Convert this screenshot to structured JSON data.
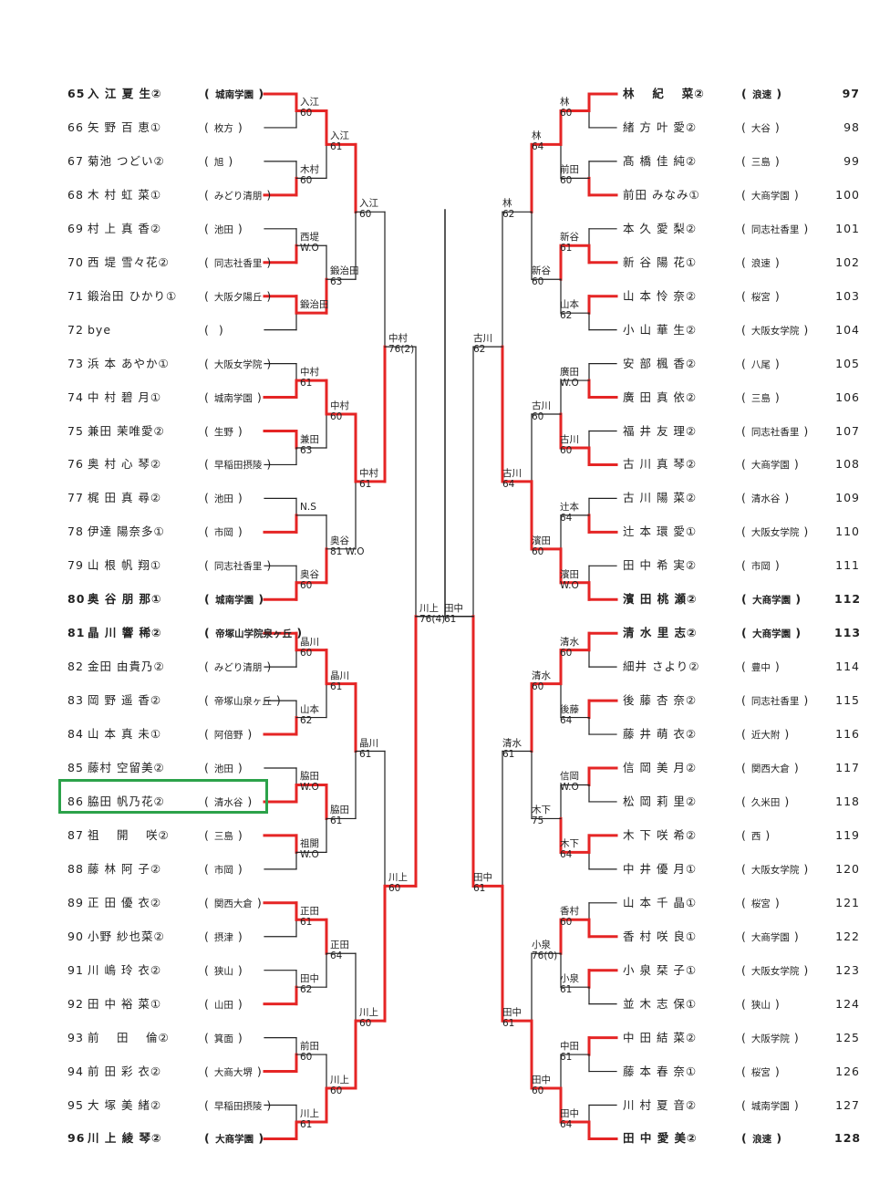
{
  "highlight_player": 86,
  "colors": {
    "win": "#e52525",
    "line": "#222222",
    "highlight": "#2ca24a"
  },
  "players_left": [
    {
      "no": "65",
      "name": "入 江 夏 生②",
      "school": "城南学園",
      "seed": true
    },
    {
      "no": "66",
      "name": "矢 野 百 恵①",
      "school": "枚方"
    },
    {
      "no": "67",
      "name": "菊池 つどい②",
      "school": "旭"
    },
    {
      "no": "68",
      "name": "木 村 虹 菜①",
      "school": "みどり清朋"
    },
    {
      "no": "69",
      "name": "村 上 真 香②",
      "school": "池田"
    },
    {
      "no": "70",
      "name": "西 堤 雪々花②",
      "school": "同志社香里"
    },
    {
      "no": "71",
      "name": "鍛治田 ひかり①",
      "school": "大阪夕陽丘"
    },
    {
      "no": "72",
      "name": "bye",
      "school": ""
    },
    {
      "no": "73",
      "name": "浜 本 あやか①",
      "school": "大阪女学院"
    },
    {
      "no": "74",
      "name": "中 村 碧 月①",
      "school": "城南学園"
    },
    {
      "no": "75",
      "name": "兼田 茉唯愛②",
      "school": "生野"
    },
    {
      "no": "76",
      "name": "奥 村 心 琴②",
      "school": "早稲田摂陵"
    },
    {
      "no": "77",
      "name": "梶 田 真 尋②",
      "school": "池田"
    },
    {
      "no": "78",
      "name": "伊達 陽奈多①",
      "school": "市岡"
    },
    {
      "no": "79",
      "name": "山 根 帆 翔①",
      "school": "同志社香里"
    },
    {
      "no": "80",
      "name": "奥 谷 朋 那①",
      "school": "城南学園",
      "seed": true
    },
    {
      "no": "81",
      "name": "晶 川 響 稀②",
      "school": "帝塚山学院泉ヶ丘",
      "seed": true
    },
    {
      "no": "82",
      "name": "金田 由貴乃②",
      "school": "みどり清朋"
    },
    {
      "no": "83",
      "name": "岡 野 遥 香②",
      "school": "帝塚山泉ヶ丘"
    },
    {
      "no": "84",
      "name": "山 本 真 未①",
      "school": "阿倍野"
    },
    {
      "no": "85",
      "name": "藤村 空留美②",
      "school": "池田"
    },
    {
      "no": "86",
      "name": "脇田 帆乃花②",
      "school": "清水谷"
    },
    {
      "no": "87",
      "name": "祖　 開　 咲②",
      "school": "三島"
    },
    {
      "no": "88",
      "name": "藤 林 阿 子②",
      "school": "市岡"
    },
    {
      "no": "89",
      "name": "正 田 優 衣②",
      "school": "関西大倉"
    },
    {
      "no": "90",
      "name": "小野 紗也菜②",
      "school": "摂津"
    },
    {
      "no": "91",
      "name": "川 嶋 玲 衣②",
      "school": "狭山"
    },
    {
      "no": "92",
      "name": "田 中 裕 菜①",
      "school": "山田"
    },
    {
      "no": "93",
      "name": "前　 田　 倫②",
      "school": "箕面"
    },
    {
      "no": "94",
      "name": "前 田 彩 衣②",
      "school": "大商大堺"
    },
    {
      "no": "95",
      "name": "大 塚 美 緒②",
      "school": "早稲田摂陵"
    },
    {
      "no": "96",
      "name": "川 上 綾 琴②",
      "school": "大商学園",
      "seed": true
    }
  ],
  "players_right": [
    {
      "no": "97",
      "name": "林　 紀　 菜②",
      "school": "浪速",
      "seed": true
    },
    {
      "no": "98",
      "name": "緒 方 叶 愛②",
      "school": "大谷"
    },
    {
      "no": "99",
      "name": "髙 橋 佳 純②",
      "school": "三島"
    },
    {
      "no": "100",
      "name": "前田 みなみ①",
      "school": "大商学園"
    },
    {
      "no": "101",
      "name": "本 久 愛 梨②",
      "school": "同志社香里"
    },
    {
      "no": "102",
      "name": "新 谷 陽 花①",
      "school": "浪速"
    },
    {
      "no": "103",
      "name": "山 本 怜 奈②",
      "school": "桜宮"
    },
    {
      "no": "104",
      "name": "小 山 華 生②",
      "school": "大阪女学院"
    },
    {
      "no": "105",
      "name": "安 部 楓 香②",
      "school": "八尾"
    },
    {
      "no": "106",
      "name": "廣 田 真 依②",
      "school": "三島"
    },
    {
      "no": "107",
      "name": "福 井 友 理②",
      "school": "同志社香里"
    },
    {
      "no": "108",
      "name": "古 川 真 琴②",
      "school": "大商学園"
    },
    {
      "no": "109",
      "name": "古 川 陽 菜②",
      "school": "清水谷"
    },
    {
      "no": "110",
      "name": "辻 本 環 愛①",
      "school": "大阪女学院"
    },
    {
      "no": "111",
      "name": "田 中 希 実②",
      "school": "市岡"
    },
    {
      "no": "112",
      "name": "濱 田 桃 瀬②",
      "school": "大商学園",
      "seed": true
    },
    {
      "no": "113",
      "name": "清 水 里 志②",
      "school": "大商学園",
      "seed": true
    },
    {
      "no": "114",
      "name": "細井 さより②",
      "school": "豊中"
    },
    {
      "no": "115",
      "name": "後 藤 杏 奈②",
      "school": "同志社香里"
    },
    {
      "no": "116",
      "name": "藤 井 萌 衣②",
      "school": "近大附"
    },
    {
      "no": "117",
      "name": "信 岡 美 月②",
      "school": "関西大倉"
    },
    {
      "no": "118",
      "name": "松 岡 莉 里②",
      "school": "久米田"
    },
    {
      "no": "119",
      "name": "木 下 咲 希②",
      "school": "西"
    },
    {
      "no": "120",
      "name": "中 井 優 月①",
      "school": "大阪女学院"
    },
    {
      "no": "121",
      "name": "山 本 千 晶①",
      "school": "桜宮"
    },
    {
      "no": "122",
      "name": "香 村 咲 良①",
      "school": "大商学園"
    },
    {
      "no": "123",
      "name": "小 泉 栞 子①",
      "school": "大阪女学院"
    },
    {
      "no": "124",
      "name": "並 木 志 保①",
      "school": "狭山"
    },
    {
      "no": "125",
      "name": "中 田 結 菜②",
      "school": "大阪学院"
    },
    {
      "no": "126",
      "name": "藤 本 春 奈①",
      "school": "桜宮"
    },
    {
      "no": "127",
      "name": "川 村 夏 音②",
      "school": "城南学園"
    },
    {
      "no": "128",
      "name": "田 中 愛 美②",
      "school": "浪速",
      "seed": true
    }
  ],
  "rounds_left": [
    [
      {
        "name": "入江",
        "score": "60",
        "win": 0
      },
      {
        "name": "木村",
        "score": "60",
        "win": 1
      },
      {
        "name": "西堤",
        "score": "W.O",
        "win": 1
      },
      {
        "name": "鍛治田",
        "score": "",
        "win": 0
      },
      {
        "name": "中村",
        "score": "61",
        "win": 1
      },
      {
        "name": "兼田",
        "score": "63",
        "win": 0
      },
      {
        "name": "N.S",
        "score": "",
        "win": 1
      },
      {
        "name": "奥谷",
        "score": "60",
        "win": 1
      },
      {
        "name": "晶川",
        "score": "60",
        "win": 0
      },
      {
        "name": "山本",
        "score": "62",
        "win": 1
      },
      {
        "name": "脇田",
        "score": "W.O",
        "win": 1
      },
      {
        "name": "祖開",
        "score": "W.O",
        "win": 0
      },
      {
        "name": "正田",
        "score": "61",
        "win": 0
      },
      {
        "name": "田中",
        "score": "62",
        "win": 1
      },
      {
        "name": "前田",
        "score": "60",
        "win": 1
      },
      {
        "name": "川上",
        "score": "61",
        "win": 1
      }
    ],
    [
      {
        "name": "入江",
        "score": "61",
        "win": 0
      },
      {
        "name": "鍛治田",
        "score": "63",
        "win": 1
      },
      {
        "name": "中村",
        "score": "60",
        "win": 0
      },
      {
        "name": "奥谷",
        "score": "81 W.O",
        "win": 1
      },
      {
        "name": "晶川",
        "score": "61",
        "win": 0
      },
      {
        "name": "脇田",
        "score": "61",
        "win": 0
      },
      {
        "name": "正田",
        "score": "64",
        "win": 0
      },
      {
        "name": "川上",
        "score": "60",
        "win": 1
      }
    ],
    [
      {
        "name": "入江",
        "score": "60",
        "win": 0
      },
      {
        "name": "中村",
        "score": "61",
        "win": 0
      },
      {
        "name": "晶川",
        "score": "61",
        "win": 0
      },
      {
        "name": "川上",
        "score": "60",
        "win": 1
      }
    ],
    [
      {
        "name": "中村",
        "score": "76(2)",
        "win": 1
      },
      {
        "name": "川上",
        "score": "60",
        "win": 1
      }
    ],
    [
      {
        "name": "川上",
        "score": "76(4)",
        "win": 1
      }
    ]
  ],
  "rounds_right": [
    [
      {
        "name": "林",
        "score": "60",
        "win": 0
      },
      {
        "name": "前田",
        "score": "60",
        "win": 1
      },
      {
        "name": "新谷",
        "score": "61",
        "win": 1
      },
      {
        "name": "山本",
        "score": "62",
        "win": 0
      },
      {
        "name": "廣田",
        "score": "W.O",
        "win": 1
      },
      {
        "name": "古川",
        "score": "60",
        "win": 1
      },
      {
        "name": "辻本",
        "score": "64",
        "win": 1
      },
      {
        "name": "濱田",
        "score": "W.O",
        "win": 1
      },
      {
        "name": "清水",
        "score": "60",
        "win": 0
      },
      {
        "name": "後藤",
        "score": "64",
        "win": 0
      },
      {
        "name": "信岡",
        "score": "W.O",
        "win": 0
      },
      {
        "name": "木下",
        "score": "64",
        "win": 0
      },
      {
        "name": "香村",
        "score": "60",
        "win": 1
      },
      {
        "name": "小泉",
        "score": "61",
        "win": 0
      },
      {
        "name": "中田",
        "score": "61",
        "win": 0
      },
      {
        "name": "田中",
        "score": "64",
        "win": 1
      }
    ],
    [
      {
        "name": "林",
        "score": "64",
        "win": 0
      },
      {
        "name": "新谷",
        "score": "60",
        "win": 0
      },
      {
        "name": "古川",
        "score": "60",
        "win": 1
      },
      {
        "name": "濱田",
        "score": "60",
        "win": 1
      },
      {
        "name": "清水",
        "score": "60",
        "win": 0
      },
      {
        "name": "木下",
        "score": "75",
        "win": 1
      },
      {
        "name": "小泉",
        "score": "76(0)",
        "win": 0
      },
      {
        "name": "田中",
        "score": "60",
        "win": 1
      }
    ],
    [
      {
        "name": "林",
        "score": "62",
        "win": 0
      },
      {
        "name": "古川",
        "score": "64",
        "win": 1
      },
      {
        "name": "清水",
        "score": "61",
        "win": 0
      },
      {
        "name": "田中",
        "score": "61",
        "win": 1
      }
    ],
    [
      {
        "name": "古川",
        "score": "62",
        "win": 1
      },
      {
        "name": "田中",
        "score": "61",
        "win": 1
      }
    ],
    [
      {
        "name": "田中",
        "score": "61",
        "win": 1
      }
    ]
  ]
}
